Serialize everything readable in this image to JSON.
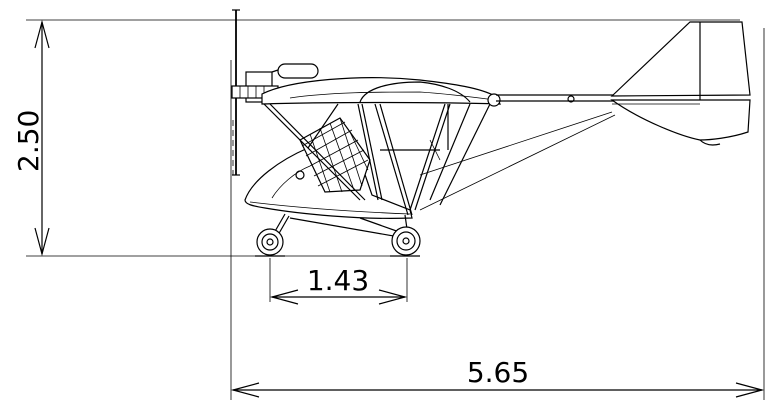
{
  "dimensions": {
    "height": "2.50",
    "wheelbase": "1.43",
    "length": "5.65"
  }
}
